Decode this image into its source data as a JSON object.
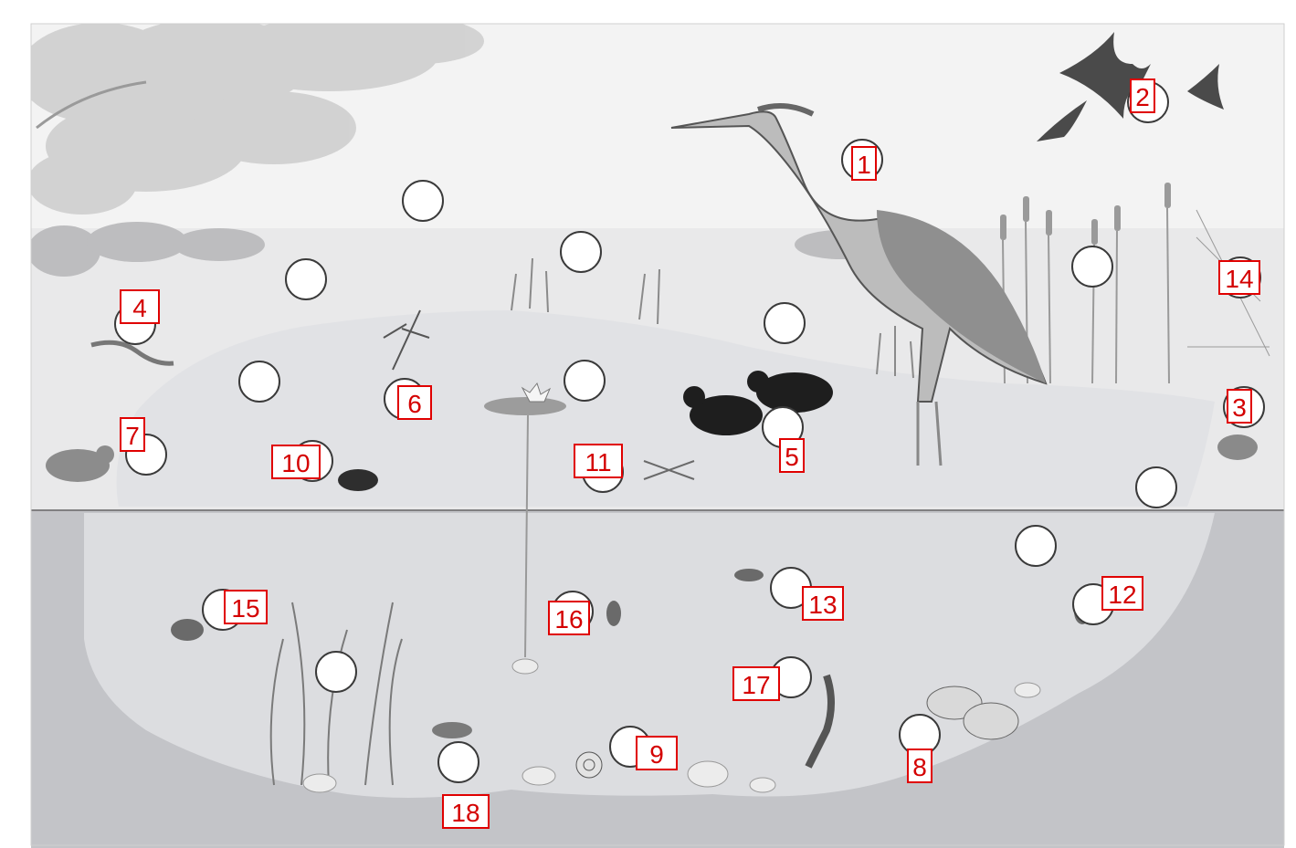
{
  "diagram": {
    "labels": [
      {
        "id": 1,
        "text": "1",
        "subject": "heron"
      },
      {
        "id": 2,
        "text": "2",
        "subject": "swallows"
      },
      {
        "id": 3,
        "text": "3",
        "subject": "water-vole"
      },
      {
        "id": 4,
        "text": "4",
        "subject": "grass-snake"
      },
      {
        "id": 5,
        "text": "5",
        "subject": "coots"
      },
      {
        "id": 6,
        "text": "6",
        "subject": "dragonfly-nymph"
      },
      {
        "id": 7,
        "text": "7",
        "subject": "frog"
      },
      {
        "id": 8,
        "text": "8",
        "subject": "pond-mussel"
      },
      {
        "id": 9,
        "text": "9",
        "subject": "snail"
      },
      {
        "id": 10,
        "text": "10",
        "subject": "diving-beetle"
      },
      {
        "id": 11,
        "text": "11",
        "subject": "pond-skater"
      },
      {
        "id": 12,
        "text": "12",
        "subject": "water-beetle"
      },
      {
        "id": 13,
        "text": "13",
        "subject": "water-boatman"
      },
      {
        "id": 14,
        "text": "14",
        "subject": "spider"
      },
      {
        "id": 15,
        "text": "15",
        "subject": "water-mite"
      },
      {
        "id": 16,
        "text": "16",
        "subject": "water-scorpion"
      },
      {
        "id": 17,
        "text": "17",
        "subject": "newt"
      },
      {
        "id": 18,
        "text": "18",
        "subject": "freshwater-shrimp"
      }
    ],
    "blank_circle_count": 29
  },
  "colors": {
    "label_border": "#e00000",
    "label_text": "#d40000",
    "sky": "#f2f2f2",
    "water_surface": "#e4e4e6",
    "underwater": "#c3c4c8",
    "pond_interior": "#dcdde0",
    "bird": "#4a4a4a",
    "coot": "#1e1e1e"
  }
}
